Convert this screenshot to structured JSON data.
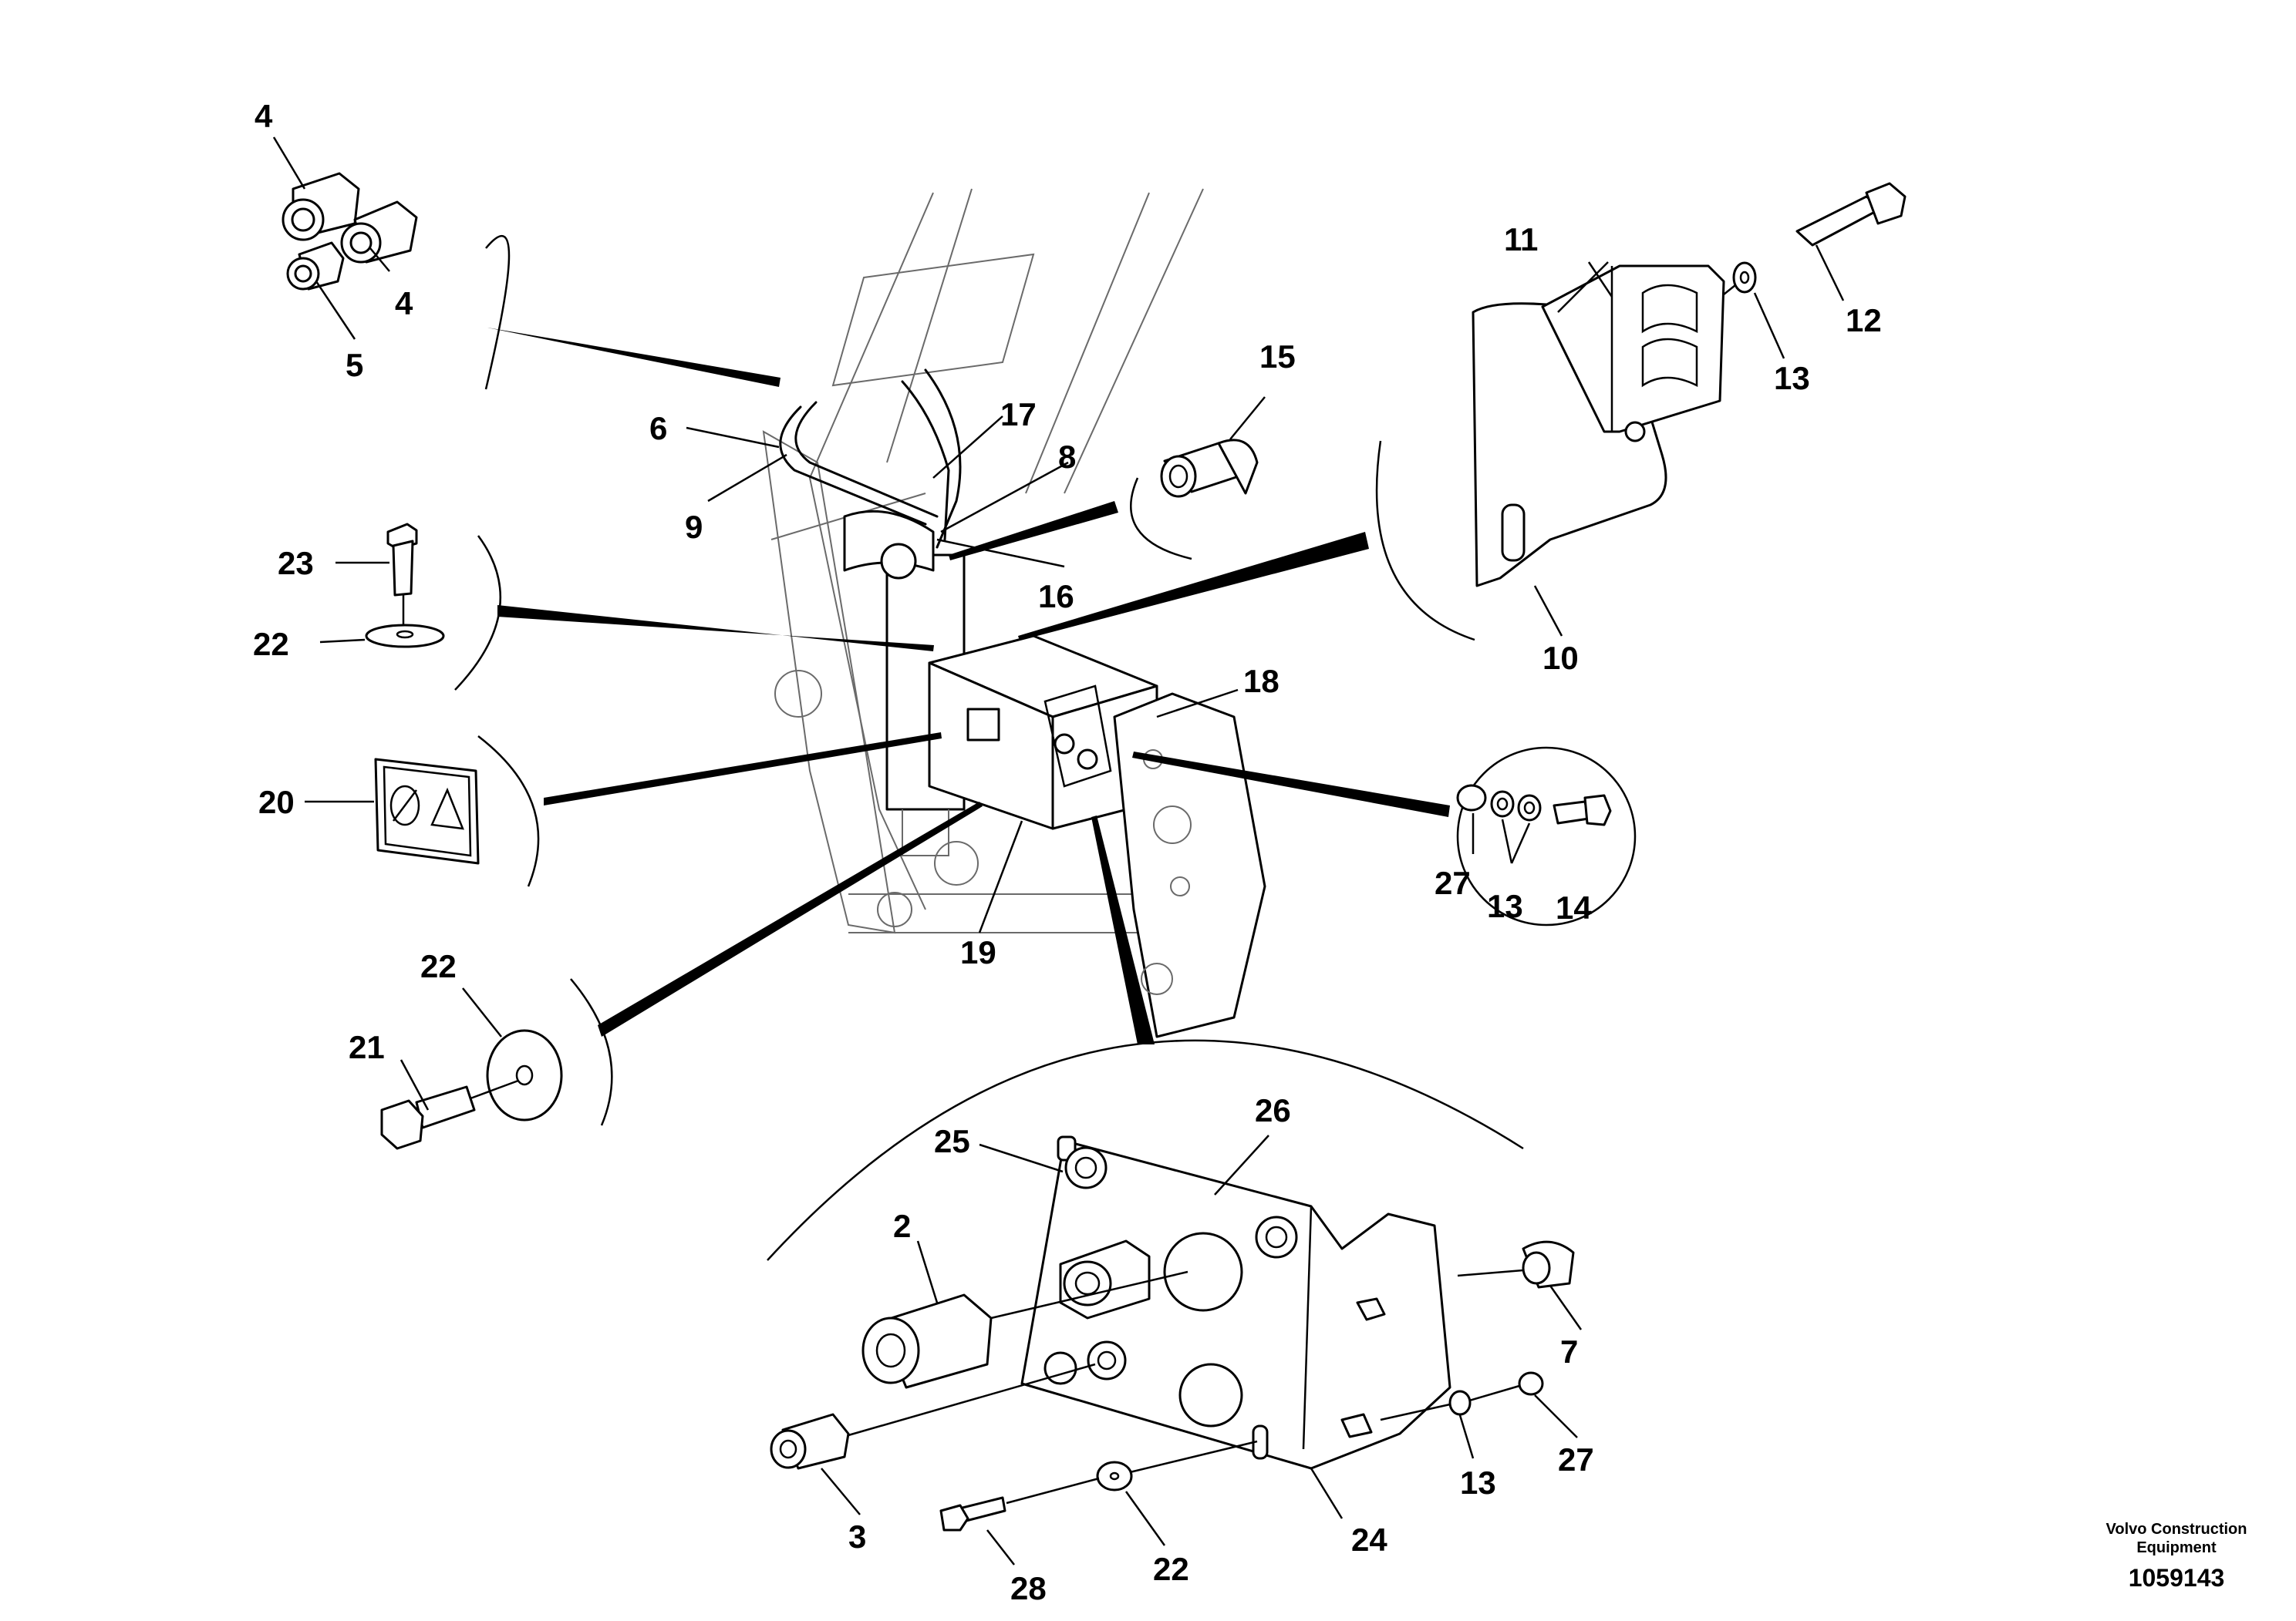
{
  "labels": {
    "p4a": "4",
    "p4b": "4",
    "p5": "5",
    "p6": "6",
    "p9": "9",
    "p17": "17",
    "p8": "8",
    "p16": "16",
    "p15": "15",
    "p11": "11",
    "p12": "12",
    "p13a": "13",
    "p10": "10",
    "p23": "23",
    "p22a": "22",
    "p18": "18",
    "p20": "20",
    "p27a": "27",
    "p13b": "13",
    "p14": "14",
    "p19": "19",
    "p22b": "22",
    "p21": "21",
    "p26": "26",
    "p25": "25",
    "p2": "2",
    "p7": "7",
    "p13c": "13",
    "p27b": "27",
    "p3": "3",
    "p24": "24",
    "p28": "28",
    "p22c": "22"
  },
  "credit": {
    "line1": "Volvo Construction",
    "line2": "Equipment",
    "id": "1059143"
  }
}
